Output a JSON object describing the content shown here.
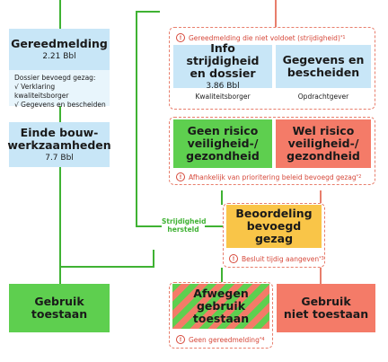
{
  "left": {
    "gereedmelding": {
      "title": "Gereedmelding",
      "value": "2.21 Bbl"
    },
    "dossier": {
      "heading": "Dossier bevoegd gezag:",
      "items": [
        "√ Verklaring kwaliteitsborger",
        "√ Gegevens en bescheiden"
      ]
    },
    "einde": {
      "title": "Einde bouw-\nwerkzaamheden",
      "value": "7.7 Bbl"
    },
    "gebruik": {
      "title": "Gebruik\ntoestaan"
    }
  },
  "right": {
    "top_note": {
      "icon": "!",
      "text": "Gereedmelding die niet voldoet (strijdigheid)",
      "sup": "*1"
    },
    "info": {
      "title": "Info strijdigheid\nen dossier",
      "value": "3.86 Bbl",
      "footer": "Kwaliteitsborger"
    },
    "gegevens": {
      "title": "Gegevens en\nbescheiden",
      "footer": "Opdrachtgever"
    },
    "geen_risico": {
      "title": "Geen risico\nveiligheid-/\ngezondheid"
    },
    "wel_risico": {
      "title": "Wel risico\nveiligheid-/\ngezondheid"
    },
    "prio_note": {
      "icon": "!",
      "text": "Afhankelijk van prioritering beleid bevoegd gezag",
      "sup": "*2"
    },
    "beoordeling": {
      "title": "Beoordeling\nbevoegd gezag"
    },
    "besluit_note": {
      "icon": "!",
      "text": "Besluit tijdig aangeven",
      "sup": "*3"
    },
    "afwegen": {
      "title": "Afwegen\ngebruik toestaan"
    },
    "geen_gereed_note": {
      "icon": "!",
      "text": "Geen gereedmelding",
      "sup": "*4"
    },
    "niet": {
      "title": "Gebruik\nniet toestaan"
    }
  },
  "connector": {
    "label": "Strijdigheid\nhersteld"
  },
  "colors": {
    "green": "#5ecf4f",
    "line_green": "#3fb233",
    "red": "#f47b68",
    "line_red": "#e87e6c",
    "blue": "#c8e6f7",
    "orange": "#f9c548",
    "note_red": "#d6483a"
  }
}
